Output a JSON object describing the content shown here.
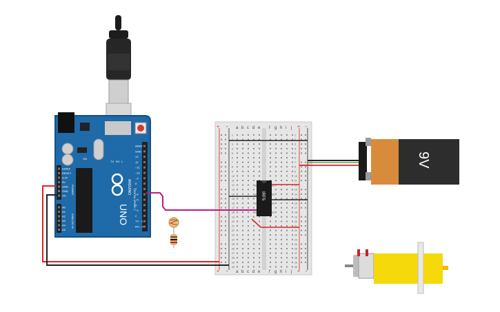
{
  "arduino": {
    "brand": "ARDUINO",
    "model": "UNO",
    "digital_header_label": "DIGITAL (PWM~)",
    "pin_labels_digital": [
      "AREF",
      "GND",
      "13",
      "12",
      "~11",
      "~10",
      "~9",
      "8",
      "7",
      "~6",
      "~5",
      "4",
      "~3",
      "2",
      "TX→1",
      "RX←0"
    ],
    "power_header_label": "POWER",
    "pin_labels_power": [
      "IOREF",
      "RESET",
      "3.3V",
      "5V",
      "GND",
      "GND",
      "Vin"
    ],
    "analog_header_label": "ANALOG IN",
    "pin_labels_analog": [
      "A0",
      "A1",
      "A2",
      "A3",
      "A4",
      "A5"
    ],
    "led_labels": [
      "TX",
      "RX",
      "L"
    ],
    "on_label": "ON"
  },
  "breadboard": {
    "column_letters_left": [
      "a",
      "b",
      "c",
      "d",
      "e"
    ],
    "column_letters_right": [
      "f",
      "g",
      "h",
      "i",
      "j"
    ],
    "rail_plus": "+",
    "rail_minus": "-",
    "row_numbers": [
      "1",
      "2",
      "3",
      "4",
      "5",
      "6",
      "7",
      "8",
      "9",
      "10",
      "11",
      "12",
      "13",
      "14",
      "15",
      "16",
      "17",
      "18",
      "19",
      "20",
      "21",
      "22",
      "23",
      "24",
      "25",
      "26",
      "27",
      "28",
      "29",
      "30"
    ]
  },
  "ic_chip": {
    "label": "IRF5"
  },
  "battery": {
    "label": "9V",
    "body_color": "#2d2d2d",
    "cap_color": "#d98b3c"
  },
  "motor": {
    "body_color": "#f5d90a"
  },
  "wire_colors": {
    "red": "#e02020",
    "black": "#202020",
    "magenta": "#c2187a",
    "green": "#2e8b2e"
  }
}
